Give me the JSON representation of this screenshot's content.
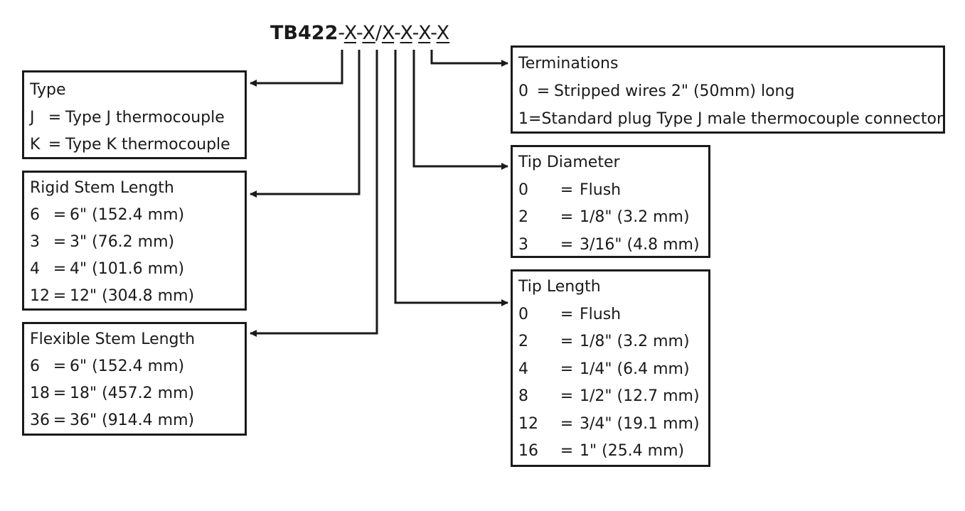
{
  "title": {
    "model": "TB422",
    "sep1": "-",
    "x1": "X",
    "sep2": "-",
    "x2": "X",
    "sep3": "/",
    "x3": "X",
    "sep4": "-",
    "x4": "X",
    "sep5": "-",
    "x5": "X",
    "sep6": "-",
    "x6": "X"
  },
  "boxes": {
    "type": {
      "heading": "Type",
      "rows": [
        {
          "code": "J",
          "eq": "=",
          "desc": "Type J thermocouple"
        },
        {
          "code": "K",
          "eq": "=",
          "desc": "Type K thermocouple"
        }
      ]
    },
    "rigid": {
      "heading": "Rigid Stem Length",
      "rows": [
        {
          "code": "6",
          "eq": "=",
          "desc": "6\" (152.4 mm)"
        },
        {
          "code": "3",
          "eq": "=",
          "desc": "3\" (76.2 mm)"
        },
        {
          "code": "4",
          "eq": "=",
          "desc": "4\" (101.6 mm)"
        },
        {
          "code": "12",
          "eq": "=",
          "desc": "12\" (304.8 mm)"
        }
      ]
    },
    "flex": {
      "heading": "Flexible Stem Length",
      "rows": [
        {
          "code": "6",
          "eq": "=",
          "desc": "6\" (152.4 mm)"
        },
        {
          "code": "18",
          "eq": "=",
          "desc": "18\" (457.2 mm)"
        },
        {
          "code": "36",
          "eq": "=",
          "desc": "36\" (914.4 mm)"
        }
      ]
    },
    "term": {
      "heading": "Terminations",
      "rows": [
        {
          "code": "0",
          "eq": "=",
          "desc": "Stripped wires 2\" (50mm) long"
        },
        {
          "code": "1",
          "eq": "=",
          "desc": "Standard plug Type J male thermocouple connector"
        }
      ]
    },
    "tipdia": {
      "heading": "Tip Diameter",
      "rows": [
        {
          "code": "0",
          "eq": "=",
          "desc": "Flush"
        },
        {
          "code": "2",
          "eq": "=",
          "desc": "1/8\" (3.2 mm)"
        },
        {
          "code": "3",
          "eq": "=",
          "desc": "3/16\" (4.8 mm)"
        }
      ]
    },
    "tiplen": {
      "heading": "Tip Length",
      "rows": [
        {
          "code": "0",
          "eq": "=",
          "desc": "Flush"
        },
        {
          "code": "2",
          "eq": "=",
          "desc": "1/8\" (3.2 mm)"
        },
        {
          "code": "4",
          "eq": "=",
          "desc": "1/4\" (6.4 mm)"
        },
        {
          "code": "8",
          "eq": "=",
          "desc": "1/2\" (12.7 mm)"
        },
        {
          "code": "12",
          "eq": "=",
          "desc": "3/4\" (19.1 mm)"
        },
        {
          "code": "16",
          "eq": "=",
          "desc": "1\" (25.4 mm)"
        }
      ]
    }
  }
}
